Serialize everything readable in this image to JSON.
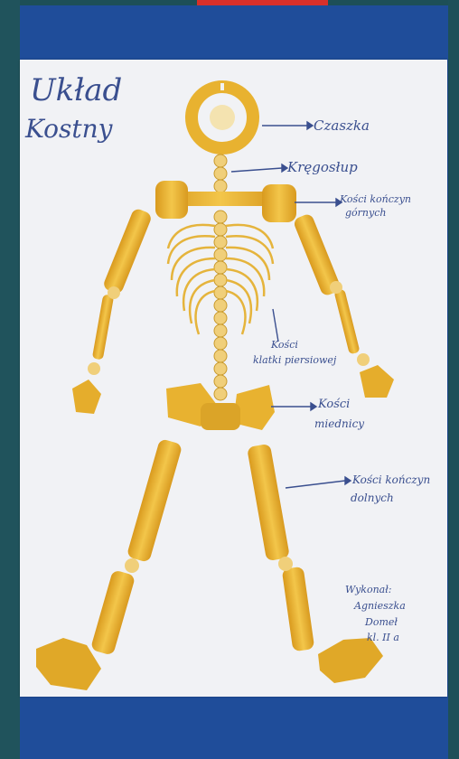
{
  "title": {
    "line1": "Układ",
    "line2": "Kostny"
  },
  "labels": {
    "czaszka": "Czaszka",
    "kregoslup": "Kręgosłup",
    "konczyn_gornych_1": "Kości kończyn",
    "konczyn_gornych_2": "górnych",
    "klatki_1": "Kości",
    "klatki_2": "klatki piersiowej",
    "miednicy_1": "Kości",
    "miednicy_2": "miednicy",
    "konczyn_dolnych_1": "Kości kończyn",
    "konczyn_dolnych_2": "dolnych"
  },
  "signature": {
    "line1": "Wykonał:",
    "line2": "Agnieszka",
    "line3": "Domeł",
    "line4": "kl. II a"
  },
  "colors": {
    "paper": "#f1f2f5",
    "board": "#1f4d9a",
    "pasta": "#e9b42e",
    "ink": "#3a4f8f",
    "accent": "#d8302a"
  }
}
